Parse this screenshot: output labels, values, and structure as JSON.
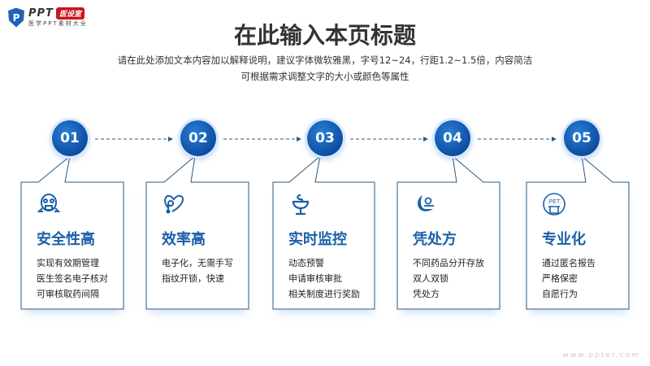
{
  "logo": {
    "mark": "P",
    "name": "PPT",
    "badge": "医设室",
    "subtitle": "医学PPT素材大全"
  },
  "header": {
    "title": "在此输入本页标题",
    "subtitle_line1": "请在此处添加文本内容加以解释说明，建议字体微软雅黑，字号12~24，行距1.2~1.5倍，内容简洁",
    "subtitle_line2": "可根据需求调整文字的大小或颜色等属性"
  },
  "steps": [
    {
      "number": "01",
      "icon": "gas-mask-icon",
      "title": "安全性高",
      "lines": [
        "实现有效期管理",
        "医生签名电子核对",
        "可审核取药间隔"
      ]
    },
    {
      "number": "02",
      "icon": "stethoscope-heart-icon",
      "title": "效率高",
      "lines": [
        "电子化，无需手写",
        "指纹开锁，快速"
      ]
    },
    {
      "number": "03",
      "icon": "pharmacy-bowl-icon",
      "title": "实时监控",
      "lines": [
        "动态预警",
        "申请审核审批",
        "相关制度进行奖励"
      ]
    },
    {
      "number": "04",
      "icon": "care-hand-icon",
      "title": "凭处方",
      "lines": [
        "不同药品分开存放",
        "双人双锁",
        "凭处方"
      ]
    },
    {
      "number": "05",
      "icon": "pet-scan-icon",
      "title": "专业化",
      "lines": [
        "通过匿名报告",
        "严格保密",
        "自愿行为"
      ],
      "icon_text": ".PET."
    }
  ],
  "watermark": "www.ppter.com",
  "colors": {
    "accent": "#1b5fa8",
    "border": "#2a5a80"
  }
}
